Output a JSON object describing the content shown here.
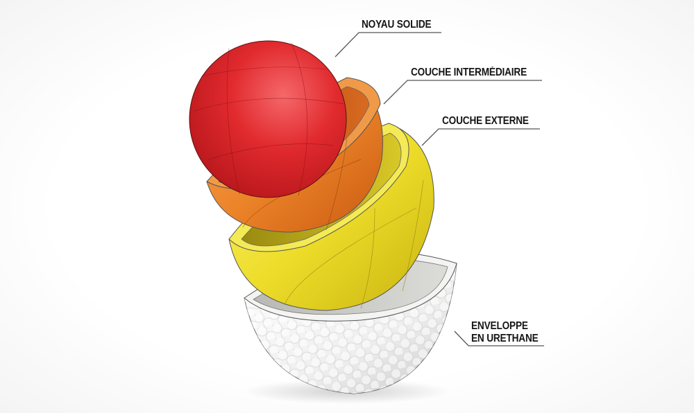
{
  "diagram": {
    "subject": "Golf ball layers (exploded view)",
    "labels": [
      {
        "id": "core",
        "text": "NOYAU SOLIDE"
      },
      {
        "id": "mantle",
        "text": "COUCHE INTERMÉDIAIRE"
      },
      {
        "id": "outer",
        "text": "COUCHE EXTERNE"
      },
      {
        "id": "cover_line1",
        "text": "ENVELOPPE"
      },
      {
        "id": "cover_line2",
        "text": "EN URETHANE"
      }
    ],
    "colors": {
      "core": "#e0262b",
      "mantle": "#ee8228",
      "outer": "#f0e232",
      "cover": "#f2f2f2",
      "leader_line": "#555555",
      "label_text": "#151515"
    }
  }
}
